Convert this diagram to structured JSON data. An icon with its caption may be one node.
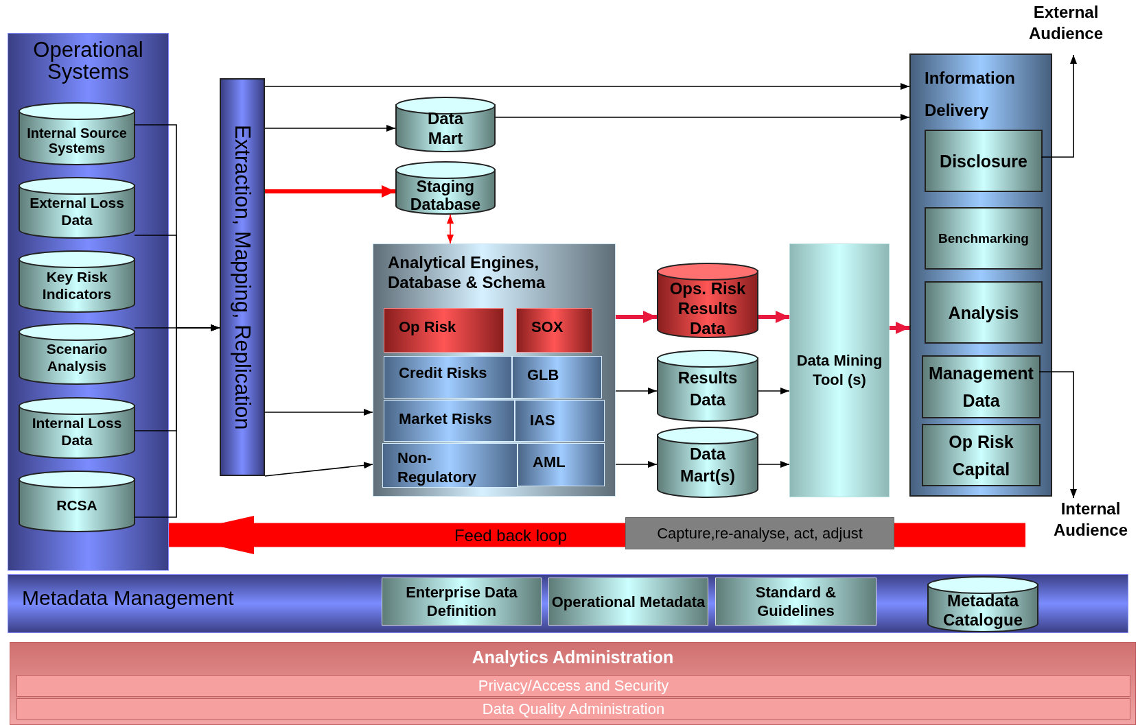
{
  "diagram": {
    "nodes": [
      {
        "text": [
          "Operational Systems"
        ]
      },
      {
        "text": [
          "Internal Source Systems"
        ],
        "in": 0
      },
      {
        "text": [
          "External Loss Data"
        ],
        "in": 0
      },
      {
        "text": [
          "Key Risk Indicators"
        ],
        "in": 0
      },
      {
        "text": [
          "Scenario Analysis"
        ],
        "in": 0
      },
      {
        "text": [
          "Internal Loss Data"
        ],
        "in": 0
      },
      {
        "text": [
          "RCSA"
        ],
        "in": 0
      },
      {
        "text": [
          "Extraction, Mapping, Replication"
        ]
      },
      {
        "text": [
          "Data Mart"
        ]
      },
      {
        "text": [
          "Staging Database"
        ]
      },
      {
        "text": [
          "Analytical Engines, Database & Schema"
        ]
      },
      {
        "text": [
          "Op Risk"
        ],
        "in": 10
      },
      {
        "text": [
          "SOX"
        ],
        "in": 10
      },
      {
        "text": [
          "Credit Risks"
        ],
        "in": 10
      },
      {
        "text": [
          "GLB"
        ],
        "in": 10
      },
      {
        "text": [
          "Market Risks"
        ],
        "in": 10
      },
      {
        "text": [
          "IAS"
        ],
        "in": 10
      },
      {
        "text": [
          "Non- Regulatory"
        ],
        "in": 10
      },
      {
        "text": [
          "AML"
        ],
        "in": 10
      },
      {
        "text": [
          "Ops. Risk Results Data"
        ]
      },
      {
        "text": [
          "Results Data"
        ]
      },
      {
        "text": [
          "Data Mart(s)"
        ]
      },
      {
        "text": [
          "Data Mining Tool (s)"
        ]
      },
      {
        "text": [
          "Information Delivery"
        ]
      },
      {
        "text": [
          "Disclosure"
        ],
        "in": 23
      },
      {
        "text": [
          "Benchmarking"
        ],
        "in": 23
      },
      {
        "text": [
          "Analysis"
        ],
        "in": 23
      },
      {
        "text": [
          "Management Data"
        ],
        "in": 23
      },
      {
        "text": [
          "Op Risk Capital"
        ],
        "in": 23
      },
      {
        "text": [
          "External Audience"
        ]
      },
      {
        "text": [
          "Internal Audience"
        ]
      },
      {
        "text": [
          "Capture,re-analyse, act, adjust"
        ]
      },
      {
        "text": [
          "Metadata Management"
        ]
      },
      {
        "text": [
          "Enterprise Data Definition"
        ],
        "in": 32
      },
      {
        "text": [
          "Operational Metadata"
        ],
        "in": 32
      },
      {
        "text": [
          "Standard & Guidelines"
        ],
        "in": 32
      },
      {
        "text": [
          "Metadata Catalogue"
        ],
        "in": 32
      },
      {
        "text": [
          "Analytics Administration"
        ]
      },
      {
        "text": [
          "Privacy/Access and Security"
        ],
        "in": 37
      },
      {
        "text": [
          "Data Quality Administration"
        ],
        "in": 37
      }
    ],
    "edges": [
      {
        "from": 1,
        "to": 7,
        "arrow": "to"
      },
      {
        "from": 2,
        "to": 7,
        "arrow": "to"
      },
      {
        "from": 4,
        "to": 7,
        "arrow": "to"
      },
      {
        "from": 5,
        "to": 7,
        "arrow": "to"
      },
      {
        "from": 6,
        "to": 7,
        "arrow": "to"
      },
      {
        "from": 7,
        "to": 23,
        "arrow": "to"
      },
      {
        "from": 7,
        "to": 8,
        "arrow": "to"
      },
      {
        "from": 7,
        "to": 9,
        "arrow": "to",
        "style": "thick",
        "color": "#ff0000"
      },
      {
        "from": 9,
        "to": 10,
        "arrow": "both",
        "color": "#ff0000"
      },
      {
        "from": 7,
        "to": 10,
        "arrow": "to"
      },
      {
        "from": 7,
        "to": 10,
        "arrow": "to"
      },
      {
        "from": 8,
        "to": 23,
        "arrow": "to"
      },
      {
        "from": 10,
        "to": 19,
        "arrow": "to",
        "style": "thick",
        "color": "#e8193c"
      },
      {
        "from": 19,
        "to": 22,
        "arrow": "to",
        "style": "thick",
        "color": "#e8193c"
      },
      {
        "from": 22,
        "to": 23,
        "arrow": "to",
        "style": "thick",
        "color": "#e8193c"
      },
      {
        "from": 10,
        "to": 20,
        "arrow": "to"
      },
      {
        "from": 10,
        "to": 21,
        "arrow": "to"
      },
      {
        "from": 20,
        "to": 22,
        "arrow": "to"
      },
      {
        "from": 21,
        "to": 22,
        "arrow": "to"
      },
      {
        "from": 24,
        "to": 29,
        "arrow": "to"
      },
      {
        "from": 27,
        "to": 30,
        "arrow": "to"
      },
      {
        "from": 31,
        "to": 0,
        "arrow": "to",
        "label": "Feed back loop",
        "style": "thick",
        "color": "#ff0000"
      },
      {
        "from": null,
        "to": 31,
        "arrow": "none",
        "style": "thick",
        "color": "#ff0000"
      }
    ]
  }
}
